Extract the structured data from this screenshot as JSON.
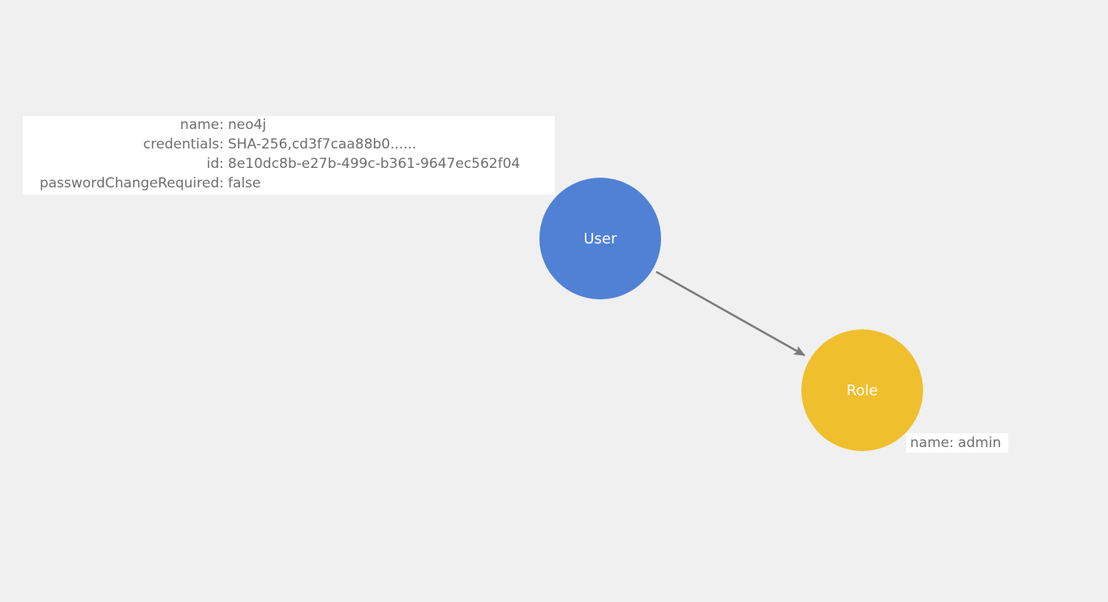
{
  "colors": {
    "background": "#f0f0f0",
    "user_node": "#5181d4",
    "role_node": "#f0bf2e",
    "edge": "#7b7b7b",
    "property_text": "#6f6f6f",
    "panel_bg": "#ffffff"
  },
  "nodes": {
    "user": {
      "label": "User",
      "properties": [
        {
          "key": "name:",
          "value": "neo4j"
        },
        {
          "key": "credentials:",
          "value": "SHA-256,cd3f7caa88b0......"
        },
        {
          "key": "id:",
          "value": "8e10dc8b-e27b-499c-b361-9647ec562f04"
        },
        {
          "key": "passwordChangeRequired:",
          "value": "false"
        }
      ]
    },
    "role": {
      "label": "Role",
      "properties": [
        {
          "key": "name:",
          "value": "admin"
        }
      ]
    }
  }
}
